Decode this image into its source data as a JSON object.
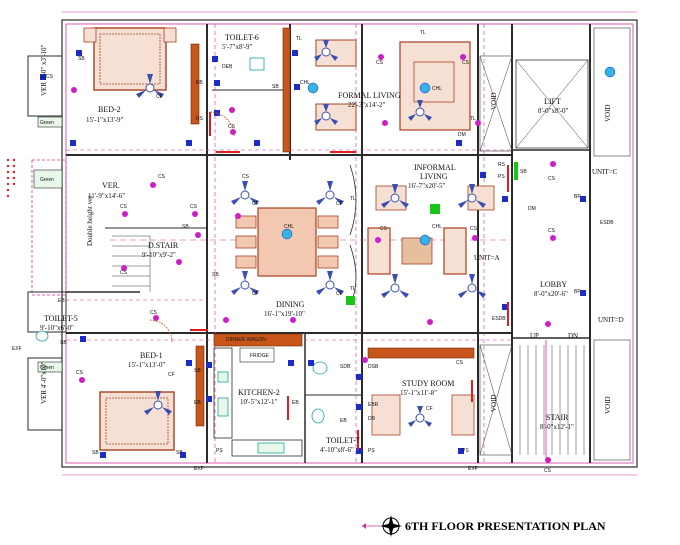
{
  "plan": {
    "title": "6TH FLOOR PRESENTATION PLAN",
    "rooms": {
      "bed2": {
        "name": "BED-2",
        "dim": "15'-1\"x13'-9\""
      },
      "toilet6": {
        "name": "TOILET-6",
        "dim": "5'-7\"x8'-9\""
      },
      "formal_living": {
        "name": "FORMAL LIVING",
        "dim": "22'-3\"x14'-2\""
      },
      "lift": {
        "name": "LIFT",
        "dim": "8'-0\"x8'-0\""
      },
      "ver_top": {
        "name": "VER.",
        "dim": "11'-9\"x14'-6\""
      },
      "dstair": {
        "name": "D.STAIR",
        "dim": "9'-10\"x9'-2\""
      },
      "informal_living": {
        "name": "INFORMAL",
        "name2": "LIVING",
        "dim": "16'-7\"x20'-5\""
      },
      "dining": {
        "name": "DINING",
        "dim": "16'-1\"x19'-10\""
      },
      "lobby": {
        "name": "LOBBY",
        "dim": "8'-0\"x20'-6\""
      },
      "toilet5": {
        "name": "TOILET-5",
        "dim": "9'-10\"x6'-0\""
      },
      "bed1": {
        "name": "BED-1",
        "dim": "15'-1\"x13'-0\""
      },
      "kitchen2": {
        "name": "KITCHEN-2",
        "dim": "10'-5\"x12'-1\""
      },
      "toilet7": {
        "name": "TOILET-7",
        "dim": "4'-10\"x8'-6\""
      },
      "study": {
        "name": "STUDY ROOM",
        "dim": "15'-1\"x11'-8\""
      },
      "stair": {
        "name": "STAIR",
        "dim": "8'-0\"x12'-1\""
      }
    },
    "labels": {
      "void": "VOID",
      "green": "Green",
      "double_height": "Double height ver",
      "ver_left_top": "VER 2'-0\" x3'-10\"",
      "ver_left_bottom": "VER 4'-0\"x10\"",
      "unit_a": "UNIT=A",
      "unit_c": "UNIT=C",
      "unit_d": "UNIT=D",
      "up": "UP",
      "dn": "DN",
      "dinner_wagon": "DINNER WAGON",
      "fridge": "FRIDGE",
      "exf": "EXF"
    },
    "symbols": {
      "cf": "CF",
      "cs": "CS",
      "sb": "SB",
      "eb": "EB",
      "deb": "DEB",
      "tl": "TL",
      "chl": "CHL",
      "ps": "PS",
      "rs": "RS",
      "bp": "BP",
      "esdb": "ESDB",
      "dm": "DM",
      "sdb": "SDB",
      "dsb": "DSB",
      "ebr": "EBR",
      "db": "DB"
    },
    "colors": {
      "wall_pink": "#d0359a",
      "wall_dark": "#2b2b2b",
      "door_orange": "#c8561a",
      "switch_blue": "#1b2cc9",
      "socket_magenta": "#cc1fc8",
      "fan_blue": "#3a4fb0",
      "furniture_brown": "#a8401f",
      "green_fill": "#17c617"
    }
  }
}
